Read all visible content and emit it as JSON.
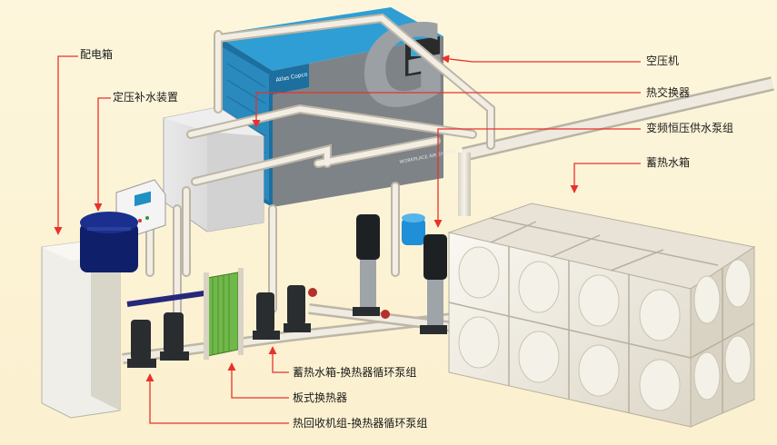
{
  "labels": {
    "power_box": "配电箱",
    "pressure_device": "定压补水装置",
    "air_compressor": "空压机",
    "heat_exchanger": "热交换器",
    "vf_pump_group": "变频恒压供水泵组",
    "storage_tank": "蓄热水箱",
    "tank_exchanger_pump": "蓄热水箱-换热器循环泵组",
    "plate_exchanger": "板式换热器",
    "recovery_pump": "热回收机组-换热器循环泵组"
  },
  "compressor_badge": "Atlas Copco",
  "compressor_sub": "WORKPLACE AIR SYSTEM",
  "colors": {
    "arrow": "#e8322a",
    "compressor": "#1f8fc4",
    "panel": "#dedede",
    "plate": "#6fb84a",
    "tank": "#f1ede2",
    "background": "#fdf5da"
  }
}
